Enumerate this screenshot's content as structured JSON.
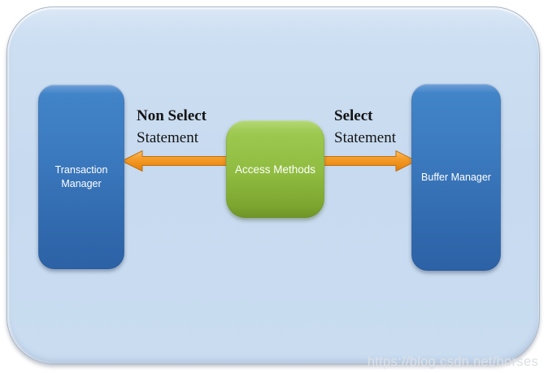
{
  "diagram": {
    "container": {
      "fill": "#C9DCF0"
    },
    "nodes": {
      "transaction_manager": {
        "label": "Transaction Manager",
        "color_top": "#4284C8",
        "color_bottom": "#2C61A5"
      },
      "access_methods": {
        "label": "Access Methods",
        "color_top": "#9CC850",
        "color_bottom": "#6E9428"
      },
      "buffer_manager": {
        "label": "Buffer Manager",
        "color_top": "#4284C8",
        "color_bottom": "#2C61A5"
      }
    },
    "arrows": {
      "left": {
        "line1": "Non Select",
        "line2": "Statement",
        "direction": "access-methods-to-transaction-manager",
        "color": "#F59B28"
      },
      "right": {
        "line1": "Select",
        "line2": "Statement",
        "direction": "access-methods-to-buffer-manager",
        "color": "#F59B28"
      }
    },
    "watermark": "https://blog.csdn.net/horses"
  }
}
